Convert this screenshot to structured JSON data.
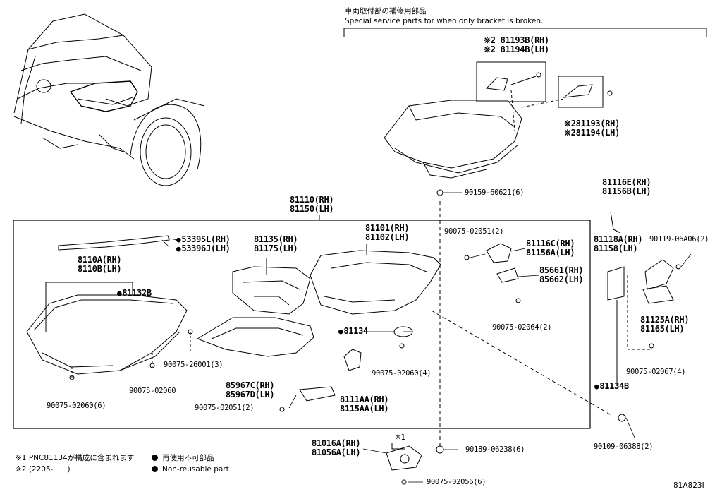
{
  "header": {
    "jp": "車両取付部の補修用部品",
    "en": "Special service parts for when only bracket is broken."
  },
  "parts": {
    "p81193B": {
      "rh": "※2 81193B(RH)",
      "lh": "※2 81194B(LH)"
    },
    "p81193": {
      "rh": "※281193(RH)",
      "lh": "※281194(LH)"
    },
    "p81110": {
      "rh": "81110(RH)",
      "lh": "81150(LH)"
    },
    "p90159": "90159-60621(6)",
    "p53395": {
      "rh": "53395L(RH)",
      "lh": "53396J(LH)"
    },
    "p81135": {
      "rh": "81135(RH)",
      "lh": "81175(LH)"
    },
    "p81101": {
      "rh": "81101(RH)",
      "lh": "81102(LH)"
    },
    "p90075_02051": "90075-02051(2)",
    "p81116C": {
      "rh": "81116C(RH)",
      "lh": "81156A(LH)"
    },
    "p81116E": {
      "rh": "81116E(RH)",
      "lh": "81156B(LH)"
    },
    "p81118A": {
      "rh": "81118A(RH)",
      "lh": "81158(LH)"
    },
    "p90119": "90119-06A06(2)",
    "p8110A": {
      "rh": "8110A(RH)",
      "lh": "8110B(LH)"
    },
    "p81132B": "81132B",
    "p85661": {
      "rh": "85661(RH)",
      "lh": "85662(LH)"
    },
    "p90075_02064": "90075-02064(2)",
    "p81134": "81134",
    "p81125A": {
      "rh": "81125A(RH)",
      "lh": "81165(LH)"
    },
    "p90075_26001": "90075-26001(3)",
    "p90075_02060_4": "90075-02060(4)",
    "p90075_02067": "90075-02067(4)",
    "p90075_02060": "90075-02060",
    "p85967C": {
      "rh": "85967C(RH)",
      "lh": "85967D(LH)"
    },
    "p81134B": "81134B",
    "p8111AA": {
      "rh": "8111AA(RH)",
      "lh": "8115AA(LH)"
    },
    "p90075_02060_6": "90075-02060(6)",
    "p90075_02051_2b": "90075-02051(2)",
    "p90109": "90109-06388(2)",
    "p81016A": {
      "rh": "81016A(RH)",
      "lh": "81056A(LH)"
    },
    "note1mark": "※1",
    "p90189": "90189-06238(6)",
    "p90075_02056": "90075-02056(6)"
  },
  "notes": {
    "n1": "※1 PNC81134が構成に含まれます",
    "n2": "※2 (2205-      )",
    "l1": "再使用不可部品",
    "l2": "Non-reusable part"
  },
  "diagram_code": "81A823I",
  "colors": {
    "highlight": "#b9f58a",
    "line": "#000000"
  }
}
